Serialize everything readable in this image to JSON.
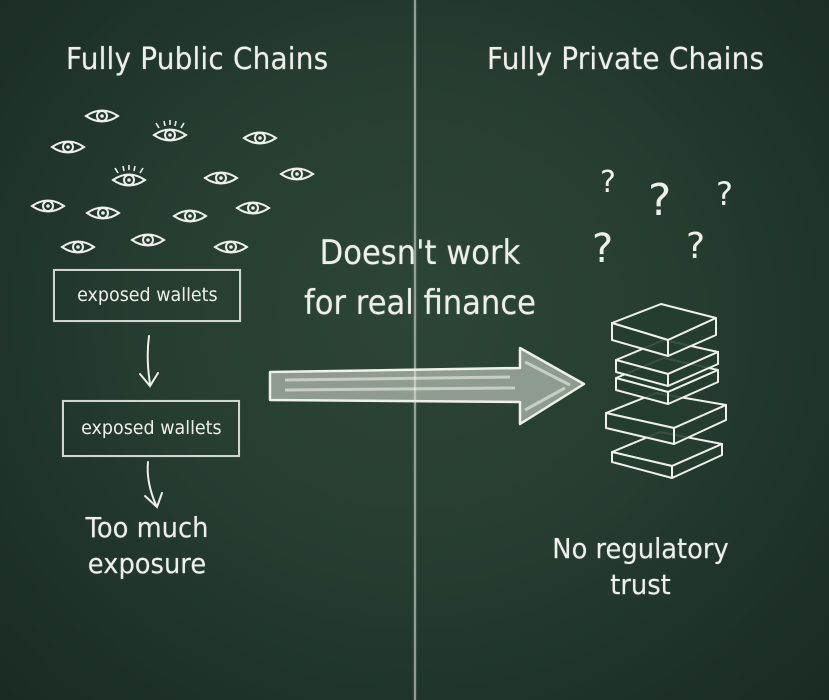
{
  "left_column": {
    "title": "Fully Public Chains",
    "box_top_label": "exposed wallets",
    "box_bottom_label": "exposed wallets",
    "caption_line1": "Too much",
    "caption_line2": "exposure",
    "icon": "eye-icon"
  },
  "right_column": {
    "title": "Fully Private Chains",
    "caption_line1": "No regulatory",
    "caption_line2": "trust",
    "icon": "question-mark-icon"
  },
  "center": {
    "line1": "Doesn't work",
    "line2": "for real finance"
  },
  "colors": {
    "chalkboard": "#263d30",
    "chalk": "#eef1ea"
  }
}
